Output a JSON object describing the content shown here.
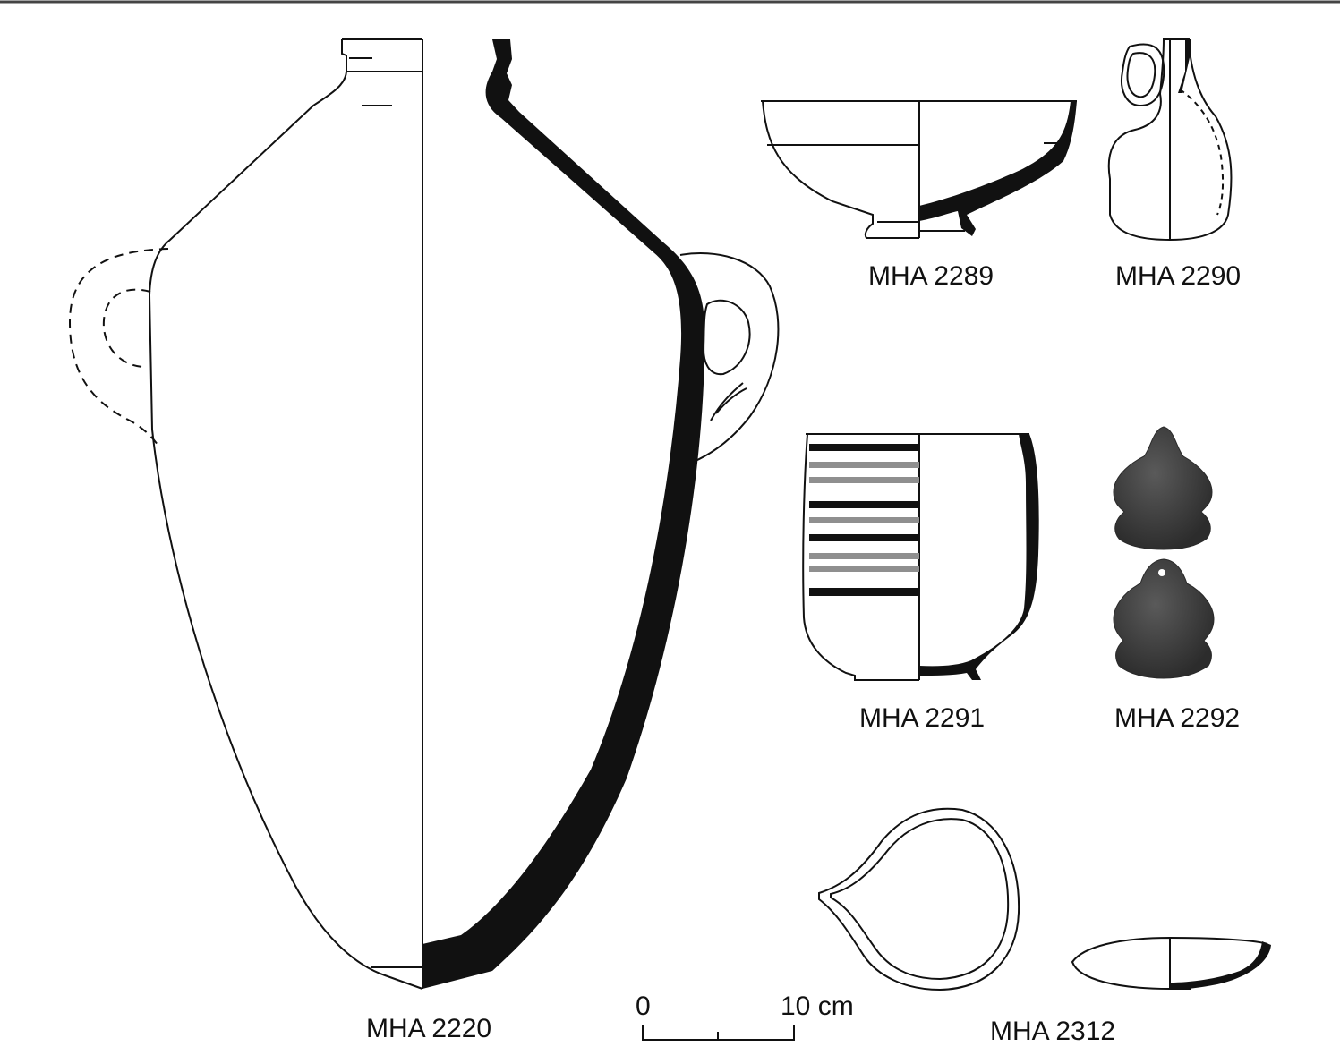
{
  "labels": {
    "mha2220": "MHA 2220",
    "mha2289": "MHA 2289",
    "mha2290": "MHA 2290",
    "mha2291": "MHA 2291",
    "mha2292": "MHA 2292",
    "mha2312": "MHA 2312"
  },
  "scale": {
    "start": "0",
    "end": "10 cm"
  },
  "colors": {
    "ink": "#111111",
    "paint_grey": "#8f8f8f",
    "weight_fill": "#3d3d3d"
  }
}
